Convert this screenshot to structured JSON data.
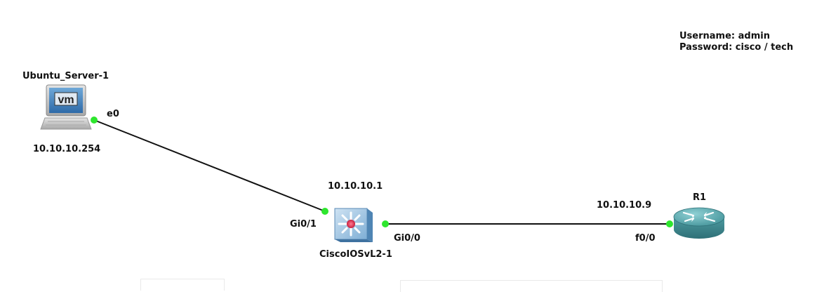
{
  "credentials": {
    "username": "Username: admin",
    "password": "Password: cisco / tech"
  },
  "nodes": {
    "server": {
      "name": "Ubuntu_Server-1",
      "ip": "10.10.10.254",
      "icon": "vm-computer-icon",
      "icon_text": "vm"
    },
    "switch": {
      "name": "CiscoIOSvL2-1",
      "ip": "10.10.10.1",
      "icon": "multilayer-switch-icon"
    },
    "router": {
      "name": "R1",
      "ip": "10.10.10.9",
      "icon": "router-icon"
    }
  },
  "links": [
    {
      "from": "server",
      "to": "switch",
      "from_port": "e0",
      "to_port": "Gi0/1"
    },
    {
      "from": "switch",
      "to": "router",
      "from_port": "Gi0/0",
      "to_port": "f0/0"
    }
  ],
  "colors": {
    "link": "#111111",
    "port_up": "#2ee62e",
    "router": "#4a9aa0",
    "switch_center": "#e04060"
  }
}
